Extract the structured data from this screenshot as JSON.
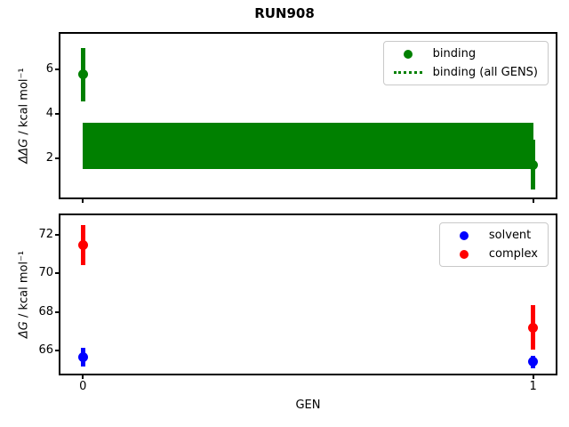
{
  "title": "RUN908",
  "colors": {
    "binding_green": "#008000",
    "solvent_blue": "#0000ff",
    "complex_red": "#ff0000",
    "frame": "#000000",
    "legend_border": "#c9c9c9"
  },
  "chart_data": [
    {
      "type": "scatter",
      "id": "ddg",
      "ylabel_math": "ΔΔG",
      "ylabel_rest": " / kcal mol⁻¹",
      "xlim": [
        -0.05,
        1.05
      ],
      "ylim": [
        0.25,
        7.6
      ],
      "yticks": [
        2,
        4,
        6
      ],
      "xticks": [
        0,
        1
      ],
      "xtick_labels": [],
      "grid": false,
      "legend_loc": "upper right",
      "series": [
        {
          "name": "binding",
          "color": "#008000",
          "marker": "circle",
          "legend_swatch": "dot",
          "x": [
            0,
            1
          ],
          "y": [
            5.77,
            1.72
          ],
          "yerr": [
            1.2,
            1.12
          ]
        },
        {
          "name": "binding (all GENS)",
          "color": "#008000",
          "type": "band",
          "legend_swatch": "dotted-line",
          "x0": 0,
          "x1": 1,
          "ylow": 1.52,
          "yhigh": 3.62
        }
      ]
    },
    {
      "type": "scatter",
      "id": "dg",
      "ylabel_math": "ΔG",
      "ylabel_rest": " / kcal mol⁻¹",
      "xlabel": "GEN",
      "xlim": [
        -0.05,
        1.05
      ],
      "ylim": [
        64.8,
        73.0
      ],
      "yticks": [
        66,
        68,
        70,
        72
      ],
      "xticks": [
        0,
        1
      ],
      "xtick_labels": [
        "0",
        "1"
      ],
      "grid": false,
      "legend_loc": "upper right",
      "series": [
        {
          "name": "solvent",
          "color": "#0000ff",
          "marker": "circle",
          "legend_swatch": "dot",
          "x": [
            0,
            1
          ],
          "y": [
            65.65,
            65.41
          ],
          "yerr": [
            0.5,
            0.33
          ]
        },
        {
          "name": "complex",
          "color": "#ff0000",
          "marker": "circle",
          "legend_swatch": "dot",
          "x": [
            0,
            1
          ],
          "y": [
            71.45,
            67.18
          ],
          "yerr": [
            1.05,
            1.15
          ]
        }
      ]
    }
  ]
}
